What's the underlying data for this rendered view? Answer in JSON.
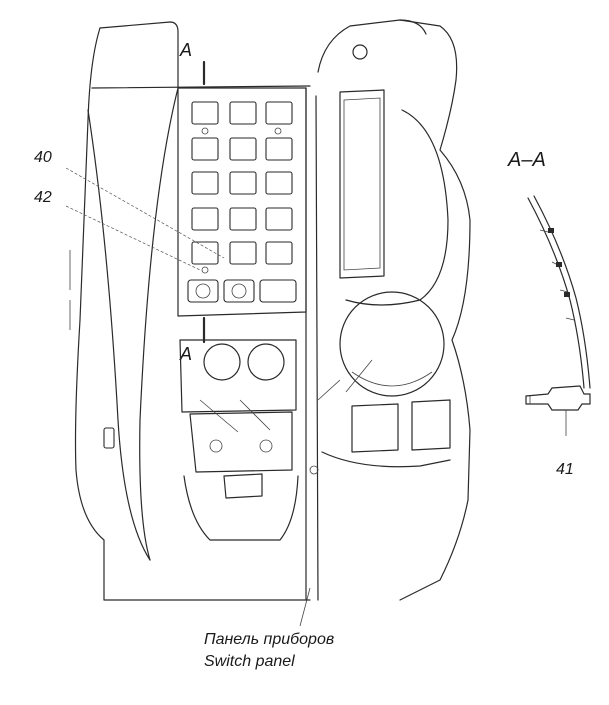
{
  "labels": {
    "callout_40": "40",
    "callout_42": "42",
    "callout_41": "41",
    "section_mark_top": "A",
    "section_mark_bottom": "A",
    "section_title": "A–A"
  },
  "caption": {
    "line_ru": "Панель приборов",
    "line_en": "Switch panel"
  },
  "colors": {
    "line": "#2a2a2a",
    "background": "#ffffff"
  }
}
